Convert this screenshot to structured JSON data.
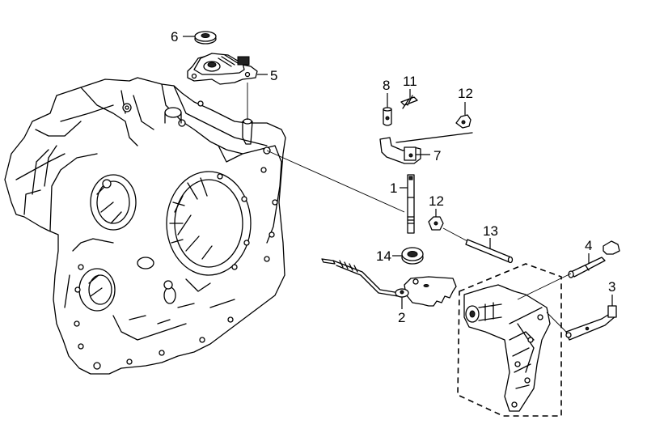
{
  "diagram": {
    "title": "Transmission case and shift lever assembly exploded view",
    "callouts": [
      {
        "id": "c1",
        "label": "1"
      },
      {
        "id": "c2",
        "label": "2"
      },
      {
        "id": "c3",
        "label": "3"
      },
      {
        "id": "c4",
        "label": "4"
      },
      {
        "id": "c5",
        "label": "5"
      },
      {
        "id": "c6",
        "label": "6"
      },
      {
        "id": "c7",
        "label": "7"
      },
      {
        "id": "c8",
        "label": "8"
      },
      {
        "id": "c11",
        "label": "11"
      },
      {
        "id": "c12a",
        "label": "12"
      },
      {
        "id": "c12b",
        "label": "12"
      },
      {
        "id": "c13",
        "label": "13"
      },
      {
        "id": "c14",
        "label": "14"
      }
    ],
    "parts": [
      {
        "name": "transmission-case"
      },
      {
        "name": "shift-shaft",
        "callout": "1"
      },
      {
        "name": "detent-spring-lever",
        "callout": "2"
      },
      {
        "name": "shift-arm-bracket",
        "callout": "3"
      },
      {
        "name": "shift-rod",
        "callout": "4"
      },
      {
        "name": "position-switch",
        "callout": "5"
      },
      {
        "name": "seal",
        "callout": "6"
      },
      {
        "name": "shift-arm",
        "callout": "7"
      },
      {
        "name": "pin",
        "callout": "8"
      },
      {
        "name": "clip",
        "callout": "11"
      },
      {
        "name": "retainer-clip",
        "callout": "12"
      },
      {
        "name": "roller-pin",
        "callout": "13"
      },
      {
        "name": "bearing",
        "callout": "14"
      },
      {
        "name": "valve-body-subassembly"
      }
    ]
  }
}
